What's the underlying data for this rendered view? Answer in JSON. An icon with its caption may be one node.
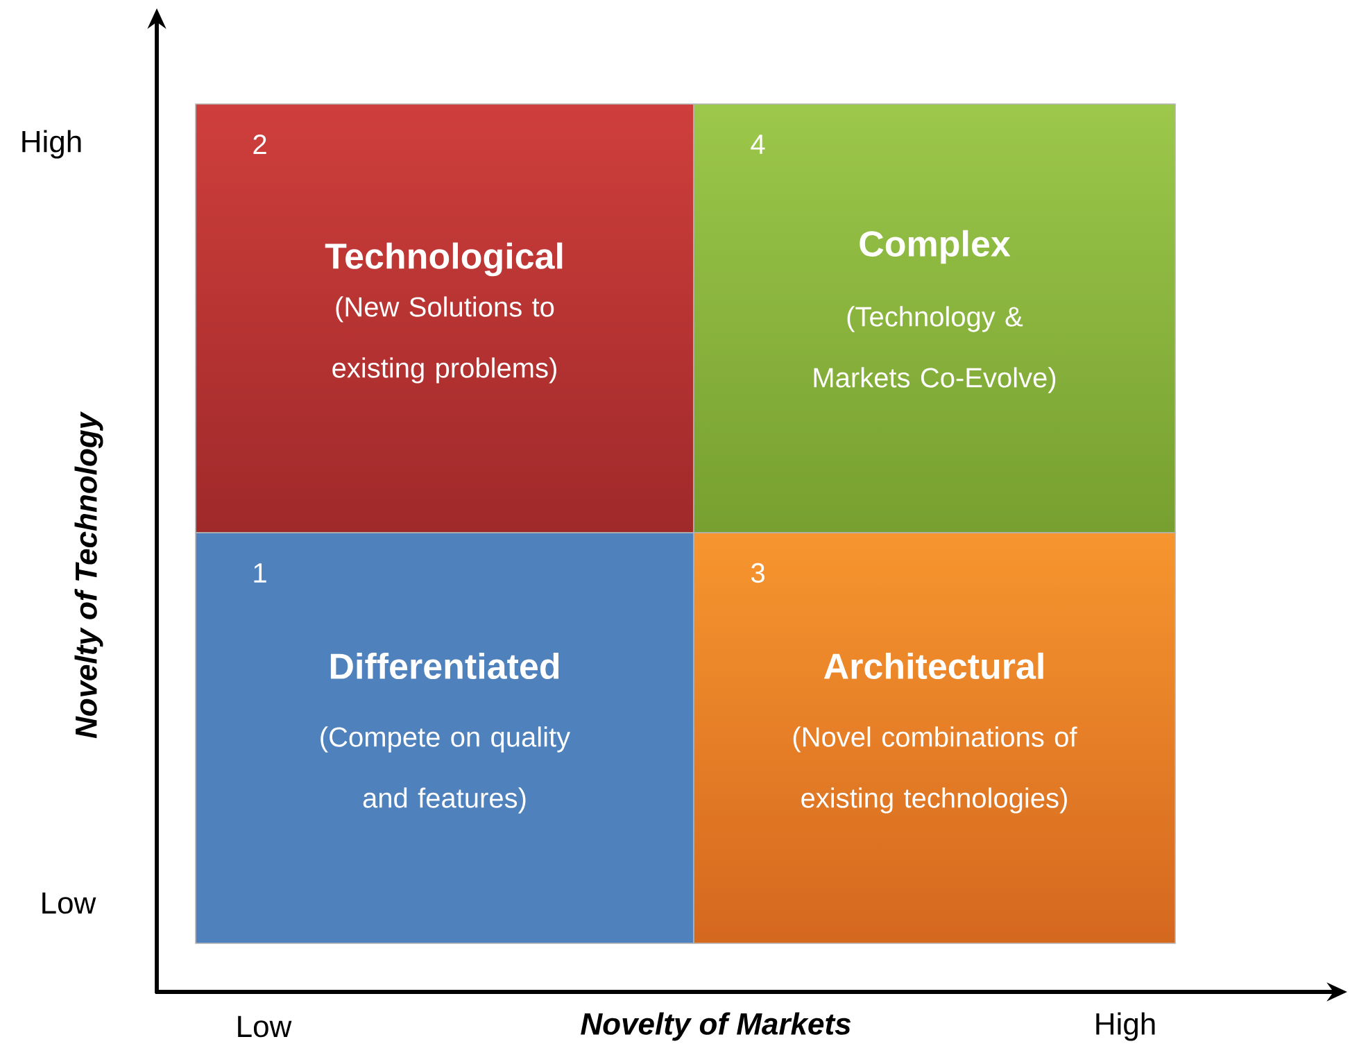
{
  "diagram": {
    "nodes": [
      {
        "text": [
          "2",
          "Technological",
          "(New Solutions to existing problems)"
        ]
      },
      {
        "text": [
          "4",
          "Complex",
          "(Technology & Markets Co-Evolve)"
        ]
      },
      {
        "text": [
          "1",
          "Differentiated",
          "(Compete on quality and features)"
        ]
      },
      {
        "text": [
          "3",
          "Architectural",
          "(Novel combinations of existing technologies)"
        ]
      }
    ],
    "edges": [],
    "labels": [
      "High",
      "Novelty of Technology",
      "Low",
      "Low",
      "Novelty of Markets",
      "High"
    ]
  }
}
